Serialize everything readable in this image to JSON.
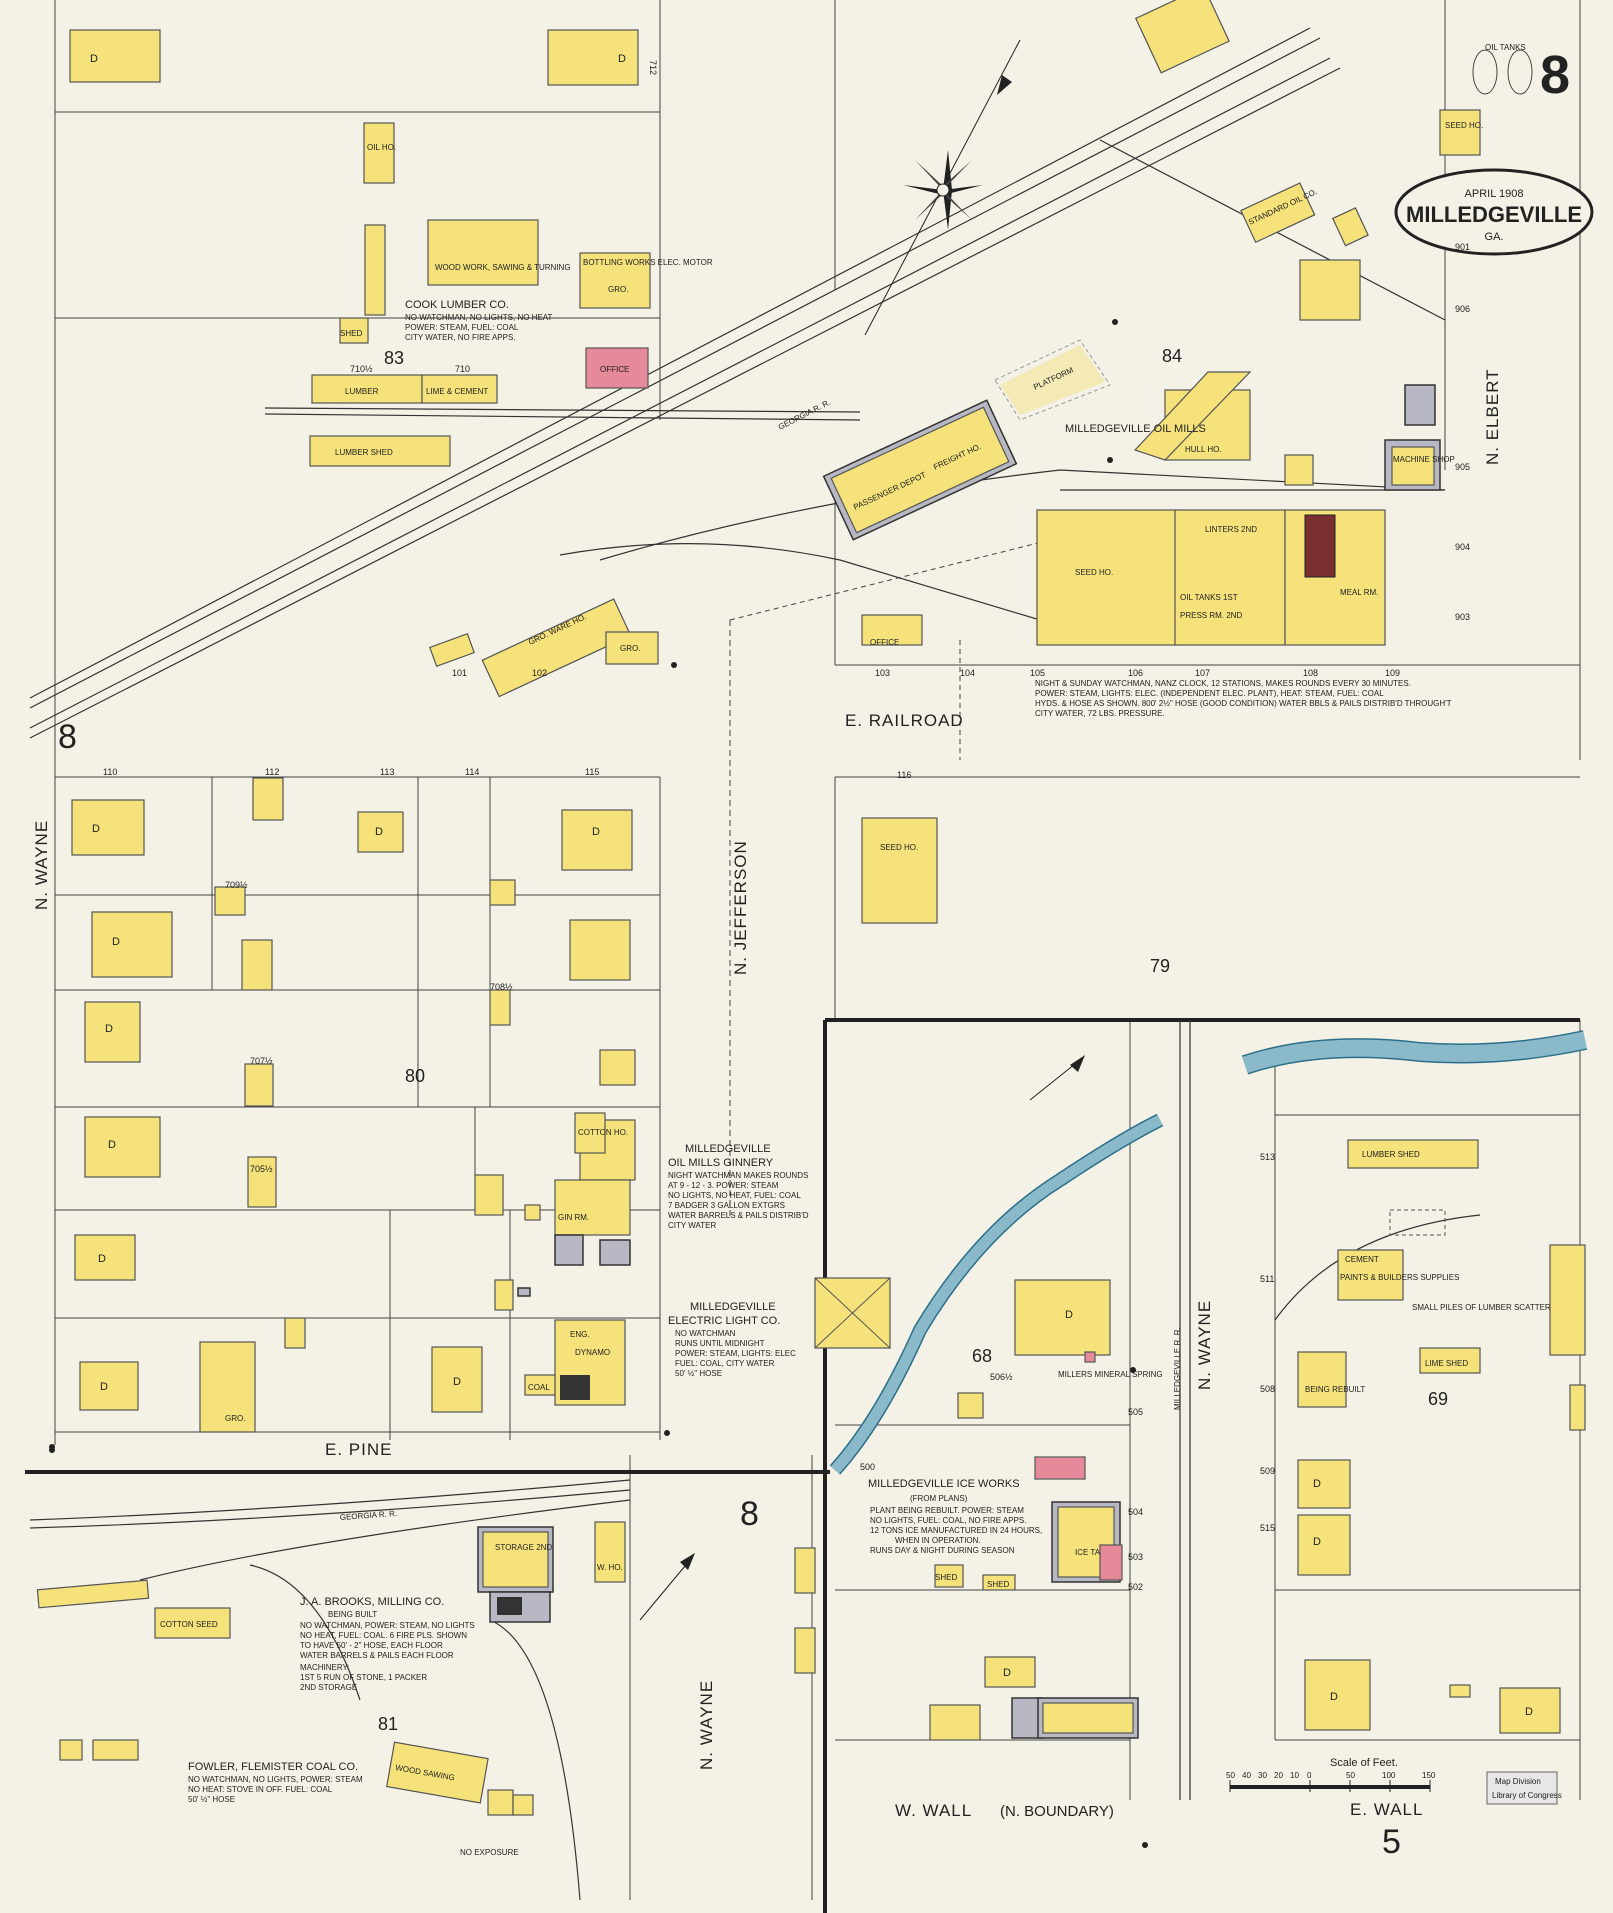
{
  "sheet": {
    "number": "8",
    "date": "APRIL 1908",
    "city": "MILLEDGEVILLE",
    "state": "GA."
  },
  "streets": {
    "n_wayne_west": "N. WAYNE",
    "n_jefferson": "N. JEFFERSON",
    "e_railroad": "E. RAILROAD",
    "e_pine": "E. PINE",
    "n_elbert": "N. ELBERT",
    "n_wayne_east": "N. WAYNE",
    "n_wayne_south": "N. WAYNE",
    "w_wall": "W. WALL",
    "n_boundary": "(N. BOUNDARY)",
    "e_wall": "E. WALL",
    "georgia_rr_north": "GEORGIA R. R.",
    "georgia_rr_south": "GEORGIA R. R.",
    "milledgeville_rr": "MILLEDGEVILLE R. R."
  },
  "blocks": [
    "83",
    "84",
    "8",
    "80",
    "79",
    "68",
    "69",
    "81",
    "8",
    "5"
  ],
  "businesses": {
    "cook_lumber": "COOK LUMBER CO.",
    "cook_lumber_notes": [
      "NO WATCHMAN, NO LIGHTS, NO HEAT",
      "POWER: STEAM, FUEL: COAL",
      "CITY WATER, NO FIRE APPS."
    ],
    "oil_mills": "MILLEDGEVILLE OIL MILLS",
    "oil_mills_notes": [
      "NIGHT & SUNDAY WATCHMAN, NANZ CLOCK, 12 STATIONS, MAKES ROUNDS EVERY 30 MINUTES.",
      "POWER: STEAM, LIGHTS: ELEC. (INDEPENDENT ELEC. PLANT), HEAT: STEAM, FUEL: COAL",
      "HYDS. & HOSE AS SHOWN. 800' 2½\" HOSE (GOOD CONDITION) WATER BBLS & PAILS DISTRIB'D THROUGH'T",
      "CITY WATER, 72 LBS. PRESSURE."
    ],
    "ginnery": [
      "MILLEDGEVILLE",
      "OIL MILLS GINNERY"
    ],
    "ginnery_notes": [
      "NIGHT WATCHMAN MAKES ROUNDS",
      "AT 9 - 12 - 3. POWER: STEAM",
      "NO LIGHTS, NO HEAT, FUEL: COAL",
      "7 BADGER 3 GALLON EXTGRS",
      "WATER BARRELS & PAILS DISTRIB'D",
      "CITY WATER"
    ],
    "electric": [
      "MILLEDGEVILLE",
      "ELECTRIC LIGHT CO."
    ],
    "electric_notes": [
      "NO WATCHMAN",
      "RUNS UNTIL MIDNIGHT",
      "POWER: STEAM, LIGHTS: ELEC",
      "FUEL: COAL, CITY WATER",
      "50' ½\" HOSE"
    ],
    "ice_works": "MILLEDGEVILLE ICE WORKS",
    "ice_works_notes": [
      "(FROM PLANS)",
      "PLANT BEING REBUILT. POWER: STEAM",
      "NO LIGHTS, FUEL: COAL, NO FIRE APPS.",
      "12 TONS ICE MANUFACTURED IN 24 HOURS,",
      "WHEN IN OPERATION.",
      "RUNS DAY & NIGHT DURING SEASON"
    ],
    "brooks": "J. A. BROOKS, MILLING CO.",
    "brooks_notes": [
      "BEING BUILT",
      "NO WATCHMAN, POWER: STEAM, NO LIGHTS",
      "NO HEAT, FUEL: COAL. 6 FIRE PLS. SHOWN",
      "TO HAVE 50' - 2\" HOSE, EACH FLOOR",
      "WATER BARRELS & PAILS EACH FLOOR",
      "MACHINERY:",
      "1ST 5 RUN OF STONE, 1 PACKER",
      "2ND STORAGE"
    ],
    "fowler": "FOWLER, FLEMISTER COAL CO.",
    "fowler_notes": [
      "NO WATCHMAN, NO LIGHTS, POWER: STEAM",
      "NO HEAT: STOVE IN OFF. FUEL: COAL",
      "50' ½\" HOSE"
    ],
    "standard_oil": "STANDARD OIL CO.",
    "millers_spring": "MILLERS MINERAL SPRING"
  },
  "building_labels": {
    "d": "D",
    "oil_ho": "OIL HO.",
    "shed": "SHED",
    "wood_work": "WOOD WORK, SAWING & TURNING",
    "bottling": "BOTTLING WORKS ELEC. MOTOR",
    "gro": "GRO.",
    "office": "OFFICE",
    "lumber": "LUMBER",
    "lime_cement": "LIME & CEMENT",
    "lumber_shed": "LUMBER SHED",
    "passenger_depot": "PASSENGER DEPOT",
    "freight_ho": "FREIGHT HO.",
    "platform": "PLATFORM",
    "hull_ho": "HULL HO.",
    "seed_ho": "SEED HO.",
    "linters": "LINTERS 2ND",
    "oil_tanks": "OIL TANKS 1ST",
    "press_rm": "PRESS RM. 2ND",
    "meal_rm": "MEAL RM.",
    "machine_shop": "MACHINE SHOP",
    "grg_ware": "GRO. WARE HO.",
    "coal": "COAL",
    "cotton_ho": "COTTON HO.",
    "gin_rm": "GIN RM.",
    "eng": "ENG.",
    "dynamo": "DYNAMO",
    "storage": "STORAGE 2ND",
    "cotton_seed": "COTTON SEED",
    "w_ho": "W. HO.",
    "wood_sawing": "WOOD SAWING",
    "ice_tank": "ICE TANK",
    "lumber_shed_e": "LUMBER SHED",
    "cement": "CEMENT",
    "paints": "PAINTS & BUILDERS SUPPLIES",
    "lime_shed": "LIME SHED",
    "being_rebuilt": "BEING REBUILT",
    "small_piles": "SMALL PILES OF LUMBER SCATTERED",
    "no_exposure": "NO EXPOSURE",
    "oil_tanks_circle": "OIL TANKS",
    "seed_ho_small": "SEED HO."
  },
  "addresses": [
    "712",
    "710½",
    "710",
    "709½",
    "708½",
    "707½",
    "705½",
    "101",
    "102",
    "103",
    "104",
    "105",
    "106",
    "107",
    "108",
    "109",
    "110",
    "112",
    "113",
    "114",
    "115",
    "116",
    "500",
    "502",
    "503",
    "504",
    "505",
    "506½",
    "508",
    "509",
    "511",
    "513",
    "515",
    "901",
    "903",
    "904",
    "905",
    "906"
  ],
  "scale": {
    "label": "Scale of Feet.",
    "ticks": [
      "50",
      "40",
      "30",
      "20",
      "10",
      "0",
      "50",
      "100",
      "150"
    ]
  },
  "stamp": [
    "Map Division",
    "Library of Congress"
  ],
  "colors": {
    "paper": "#f4f1e6",
    "frame": "#yellow-brick",
    "creek": "#8ab9c9"
  }
}
